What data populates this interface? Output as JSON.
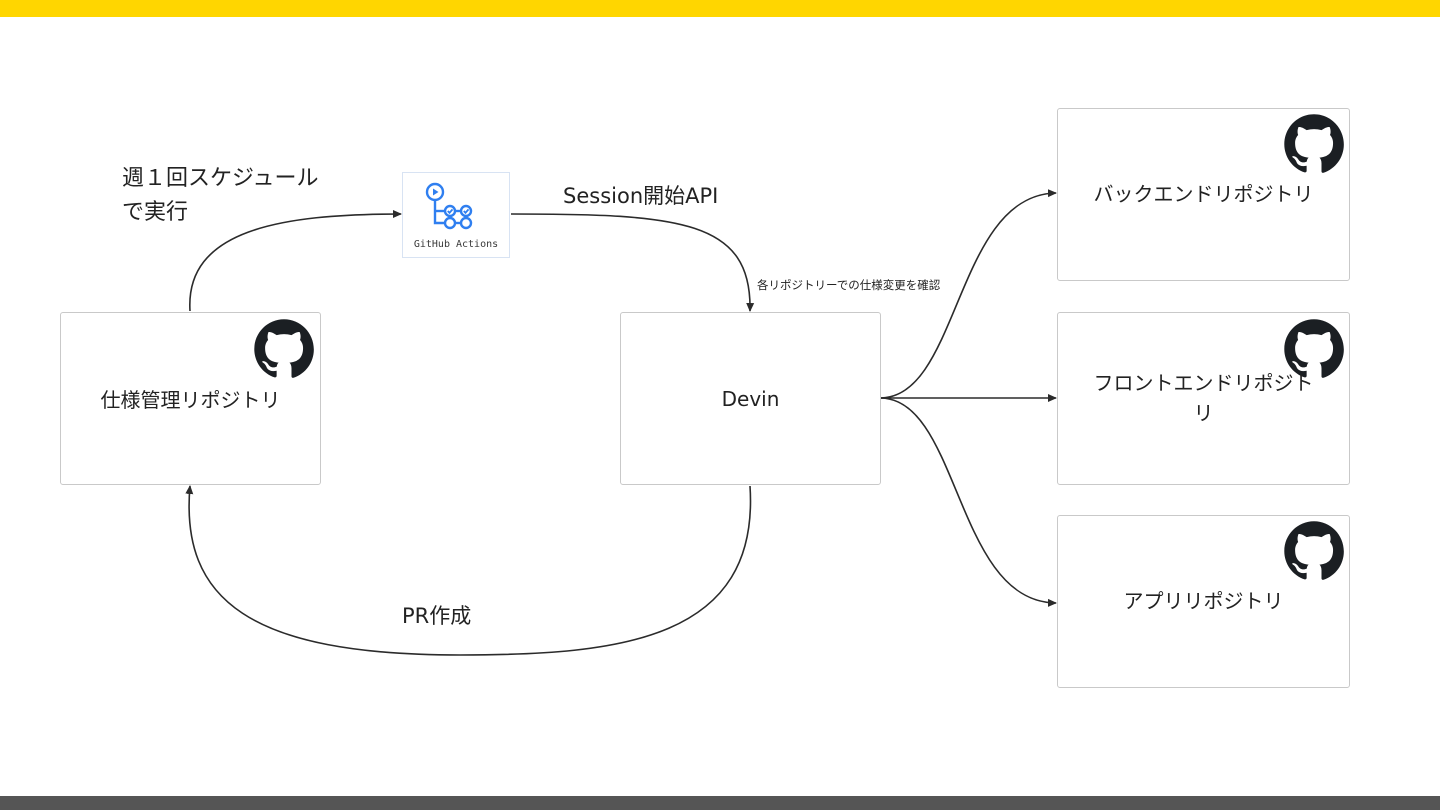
{
  "colors": {
    "top_bar": "#ffd600",
    "bottom_bar": "#555555",
    "arrow": "#2b2b2b",
    "gha_blue": "#2f7ff0"
  },
  "nodes": {
    "spec_repo": {
      "label": "仕様管理リポジトリ",
      "icon": "github-icon"
    },
    "devin": {
      "label": "Devin"
    },
    "backend_repo": {
      "label": "バックエンドリポジトリ",
      "icon": "github-icon"
    },
    "frontend_repo": {
      "label_line1": "フロントエンドリポジト",
      "label_line2": "リ",
      "icon": "github-icon"
    },
    "app_repo": {
      "label": "アプリリポジトリ",
      "icon": "github-icon"
    },
    "github_actions": {
      "label": "GitHub Actions",
      "icon": "github-actions-icon"
    }
  },
  "edges": {
    "schedule": {
      "line1": "週１回スケジュール",
      "line2": "で実行"
    },
    "session_api": {
      "label": "Session開始API"
    },
    "check_changes": {
      "label": "各リポジトリーでの仕様変更を確認"
    },
    "pr_create": {
      "label": "PR作成"
    }
  }
}
